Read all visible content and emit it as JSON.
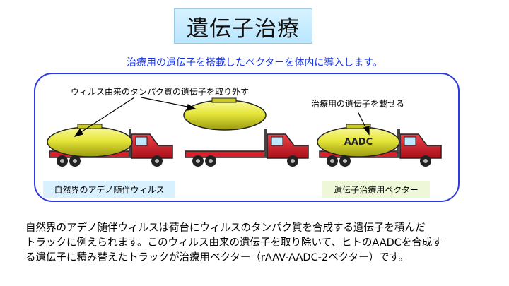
{
  "title": "遺伝子治療",
  "subtitle": "治療用の遺伝子を搭載したベクターを体内に導入します。",
  "diagram": {
    "callout_remove": "ウィルス由来のタンパク質の遺伝子を取り外す",
    "callout_load": "治療用の遺伝子を載せる",
    "tank_label": "AADC",
    "label_natural": "自然界のアデノ随伴ウィルス",
    "label_vector": "遺伝子治療用ベクター",
    "colors": {
      "tank": "#e6e63a",
      "truck": "#d8202a",
      "panel_border": "#2d3ae0",
      "subtitle": "#1a35e0"
    }
  },
  "description": {
    "line1": "自然界のアデノ随伴ウィルスは荷台にウィルスのタンパク質を合成する遺伝子を積んだ",
    "line2": "トラックに例えられます。このウィルス由来の遺伝子を取り除いて、ヒトのAADCを合成す",
    "line3": "る遺伝子に積み替えたトラックが治療用ベクター（rAAV-AADC-2ベクター）です。"
  }
}
